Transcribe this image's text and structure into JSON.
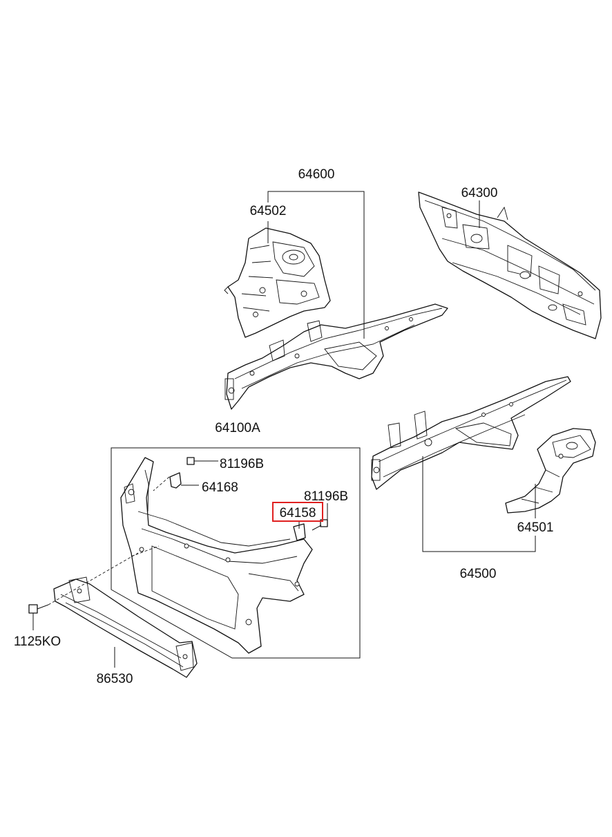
{
  "parts": {
    "p64600": "64600",
    "p64502": "64502",
    "p64300": "64300",
    "p64100A": "64100A",
    "p81196B_top": "81196B",
    "p64168": "64168",
    "p81196B_mid": "81196B",
    "p64158": "64158",
    "p64501": "64501",
    "p64500": "64500",
    "p1125KO": "1125KO",
    "p86530": "86530"
  },
  "highlight": {
    "part": "64158",
    "color": "#e02020"
  }
}
